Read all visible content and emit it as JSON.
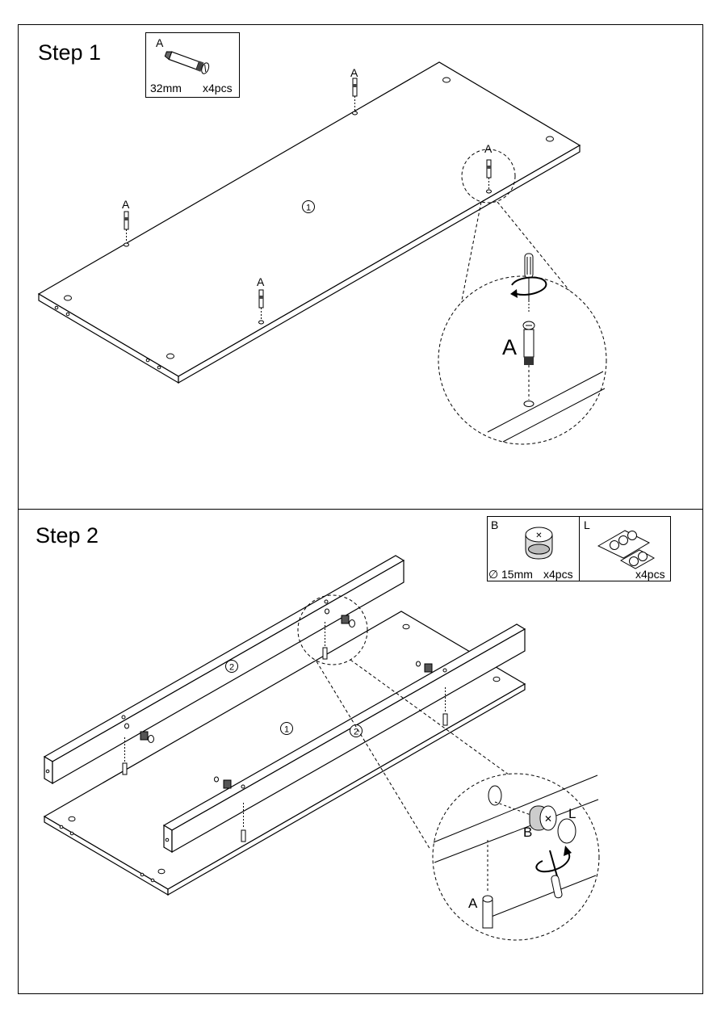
{
  "step1": {
    "title": "Step 1",
    "part": {
      "letter": "A",
      "size": "32mm",
      "qty": "x4pcs"
    },
    "labels": {
      "dowel": "A",
      "panel": "1",
      "zoom": "A"
    }
  },
  "step2": {
    "title": "Step 2",
    "partB": {
      "letter": "B",
      "size": "15mm",
      "qty": "x4pcs",
      "diameter_symbol": "∅"
    },
    "partL": {
      "letter": "L",
      "qty": "x4pcs"
    },
    "labels": {
      "panel": "1",
      "rail": "2",
      "zoomA": "A",
      "zoomB": "B",
      "zoomL": "L"
    }
  }
}
